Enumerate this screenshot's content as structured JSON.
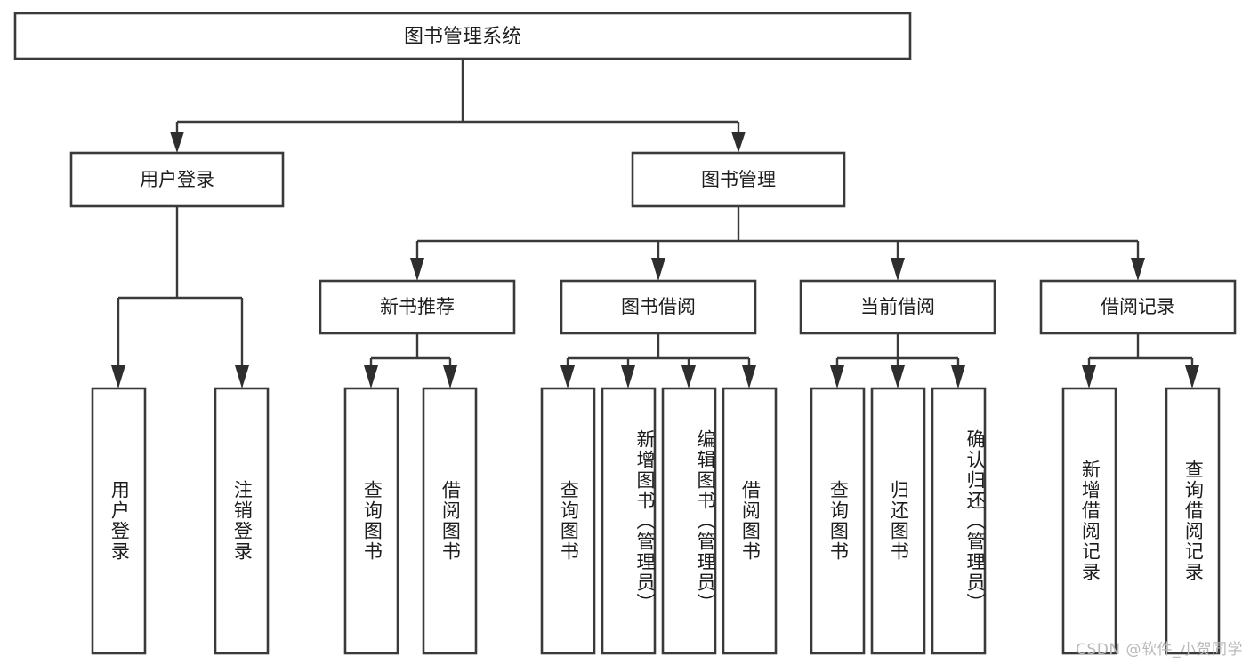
{
  "diagram": {
    "title": "图书管理系统",
    "type": "hierarchy-tree",
    "watermark": "CSDN @软件_小贺同学",
    "colors": {
      "stroke": "#3a3a3a",
      "fill": "#ffffff",
      "text": "#1d1d1d",
      "watermark": "#b9b9b9"
    },
    "levels": {
      "level1": [
        {
          "id": "root",
          "label": "图书管理系统"
        }
      ],
      "level2": [
        {
          "id": "user-login",
          "label": "用户登录",
          "parent": "root"
        },
        {
          "id": "book-manage",
          "label": "图书管理",
          "parent": "root"
        }
      ],
      "level3": [
        {
          "id": "new-book-rec",
          "label": "新书推荐",
          "parent": "book-manage"
        },
        {
          "id": "book-borrow",
          "label": "图书借阅",
          "parent": "book-manage"
        },
        {
          "id": "current-borrow",
          "label": "当前借阅",
          "parent": "book-manage"
        },
        {
          "id": "borrow-record",
          "label": "借阅记录",
          "parent": "book-manage"
        }
      ],
      "leaves": [
        {
          "id": "leaf-user-login",
          "label": "用户登录",
          "parent": "user-login"
        },
        {
          "id": "leaf-logout-login",
          "label": "注销登录",
          "parent": "user-login"
        },
        {
          "id": "leaf-query-book-1",
          "label": "查询图书",
          "parent": "new-book-rec"
        },
        {
          "id": "leaf-borrow-book-1",
          "label": "借阅图书",
          "parent": "new-book-rec"
        },
        {
          "id": "leaf-query-book-2",
          "label": "查询图书",
          "parent": "book-borrow"
        },
        {
          "id": "leaf-add-book",
          "label": "新增图书（管理员）",
          "parent": "book-borrow"
        },
        {
          "id": "leaf-edit-book",
          "label": "编辑图书（管理员）",
          "parent": "book-borrow"
        },
        {
          "id": "leaf-borrow-book-2",
          "label": "借阅图书",
          "parent": "book-borrow"
        },
        {
          "id": "leaf-query-book-3",
          "label": "查询图书",
          "parent": "current-borrow"
        },
        {
          "id": "leaf-return-book",
          "label": "归还图书",
          "parent": "current-borrow"
        },
        {
          "id": "leaf-confirm-return",
          "label": "确认归还（管理员）",
          "parent": "current-borrow"
        },
        {
          "id": "leaf-add-record",
          "label": "新增借阅记录",
          "parent": "borrow-record"
        },
        {
          "id": "leaf-query-record",
          "label": "查询借阅记录",
          "parent": "borrow-record"
        }
      ]
    }
  }
}
